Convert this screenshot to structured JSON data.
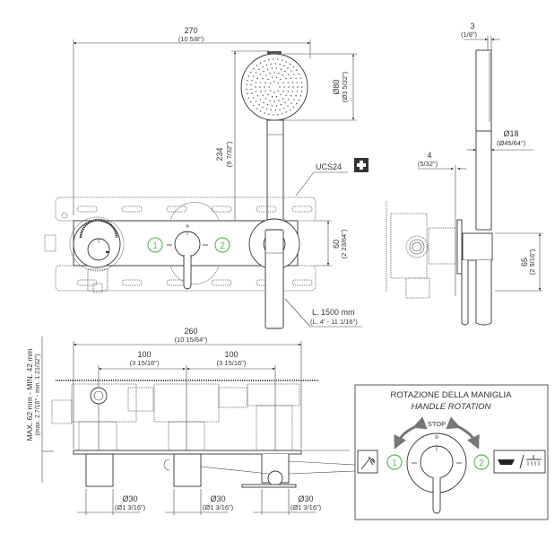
{
  "top_view": {
    "width": {
      "value": "270",
      "imperial": "(10 5/8\")"
    },
    "handle_height": {
      "value": "234",
      "imperial": "(9 7/32\")"
    },
    "head_diameter": {
      "value": "Ø80",
      "imperial": "(Ø3 5/32\")"
    },
    "plate_height": {
      "value": "60",
      "imperial": "(2 23/64\")"
    },
    "hose_length": {
      "value": "L. 1500 mm",
      "imperial": "(L. 4' - 11 1/16\")"
    },
    "code": "UCS24",
    "plus_icon": "plus-icon",
    "positions": [
      "1",
      "2"
    ]
  },
  "side_view": {
    "head_thickness": {
      "value": "3",
      "imperial": "(1/8\")"
    },
    "handle_diameter": {
      "value": "Ø18",
      "imperial": "(Ø45/64\")"
    },
    "plate_thickness": {
      "value": "4",
      "imperial": "(5/32\")"
    },
    "holder_height": {
      "value": "65",
      "imperial": "(2 9/16\")"
    }
  },
  "section_view": {
    "overall": {
      "value": "260",
      "imperial": "(10 15/64\")"
    },
    "spacing_1": {
      "value": "100",
      "imperial": "(3 15/16\")"
    },
    "spacing_2": {
      "value": "100",
      "imperial": "(3 15/16\")"
    },
    "depth": {
      "value": "MAX. 62 mm - MIN. 42 mm",
      "imperial": "(max. 2 7/16\" - min. 1 21/32\")"
    },
    "outlets": [
      {
        "value": "Ø30",
        "imperial": "(Ø1 3/16\")"
      },
      {
        "value": "Ø30",
        "imperial": "(Ø1 3/16\")"
      },
      {
        "value": "Ø30",
        "imperial": "(Ø1 3/16\")"
      }
    ]
  },
  "rotation_panel": {
    "title": "ROTAZIONE DELLA MANIGLIA",
    "subtitle": "HANDLE ROTATION",
    "stop_label": "STOP",
    "position_1": "1",
    "position_2": "2",
    "icon_left": "hand-shower-icon",
    "icon_right": "bath-overhead-shower-icon",
    "accent_color": "#5fb85f"
  }
}
